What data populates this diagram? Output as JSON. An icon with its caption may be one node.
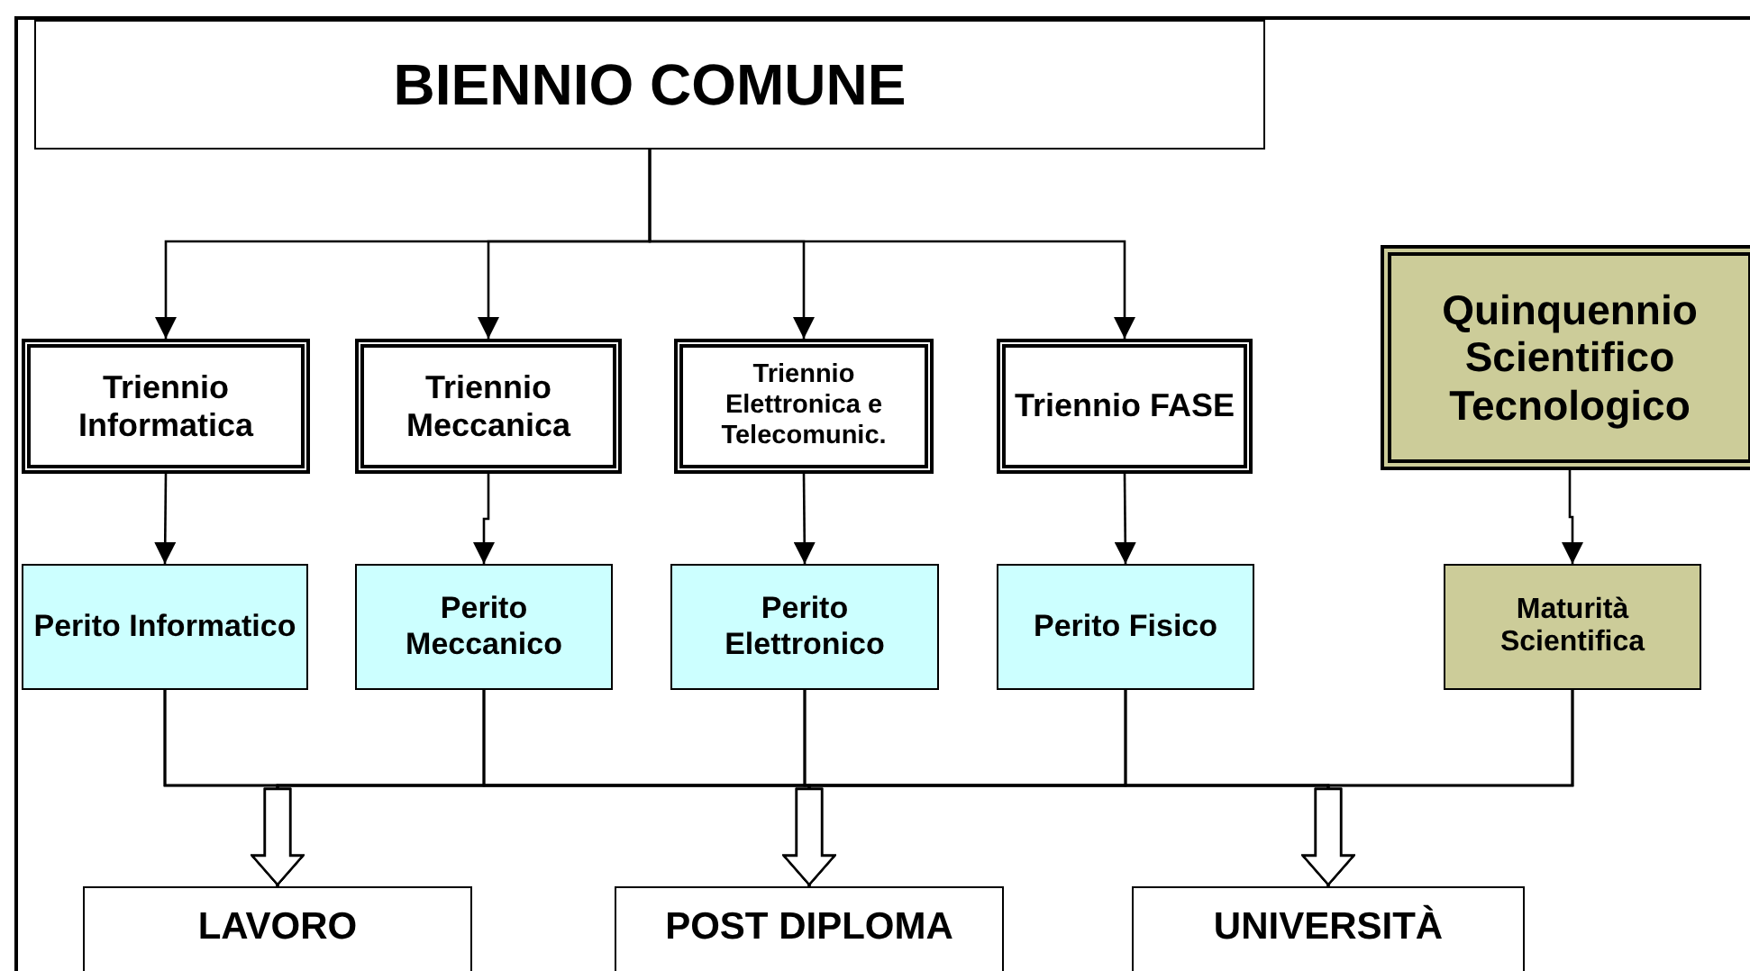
{
  "diagram": {
    "nodes": [
      {
        "text": [
          "BIENNIO COMUNE"
        ]
      },
      {
        "text": [
          "Triennio Informatica"
        ]
      },
      {
        "text": [
          "Triennio Meccanica"
        ]
      },
      {
        "text": [
          "Triennio Elettronica e Telecomunic."
        ]
      },
      {
        "text": [
          "Triennio FASE"
        ]
      },
      {
        "text": [
          "Quinquennio Scientifico Tecnologico"
        ]
      },
      {
        "text": [
          "Perito Informatico"
        ]
      },
      {
        "text": [
          "Perito Meccanico"
        ]
      },
      {
        "text": [
          "Perito Elettronico"
        ]
      },
      {
        "text": [
          "Perito Fisico"
        ]
      },
      {
        "text": [
          "Maturità Scientifica"
        ]
      },
      {
        "text": [
          "LAVORO"
        ]
      },
      {
        "text": [
          "POST DIPLOMA"
        ]
      },
      {
        "text": [
          "UNIVERSITÀ"
        ]
      }
    ],
    "edges": [
      {
        "from": 0,
        "to": 1,
        "arrow": "to"
      },
      {
        "from": 0,
        "to": 2,
        "arrow": "to"
      },
      {
        "from": 0,
        "to": 3,
        "arrow": "to"
      },
      {
        "from": 0,
        "to": 4,
        "arrow": "to"
      },
      {
        "from": 1,
        "to": 6,
        "arrow": "to"
      },
      {
        "from": 2,
        "to": 7,
        "arrow": "to"
      },
      {
        "from": 3,
        "to": 8,
        "arrow": "to"
      },
      {
        "from": 4,
        "to": 9,
        "arrow": "to"
      },
      {
        "from": 5,
        "to": 10,
        "arrow": "to"
      },
      {
        "from": 6,
        "to": 11,
        "arrow": "to"
      },
      {
        "from": 7,
        "to": 11,
        "arrow": "to"
      },
      {
        "from": 8,
        "to": 11,
        "arrow": "to"
      },
      {
        "from": 9,
        "to": 11,
        "arrow": "to"
      },
      {
        "from": 10,
        "to": 11,
        "arrow": "to"
      },
      {
        "from": 6,
        "to": 12,
        "arrow": "to"
      },
      {
        "from": 7,
        "to": 12,
        "arrow": "to"
      },
      {
        "from": 8,
        "to": 12,
        "arrow": "to"
      },
      {
        "from": 9,
        "to": 12,
        "arrow": "to"
      },
      {
        "from": 10,
        "to": 12,
        "arrow": "to"
      },
      {
        "from": 6,
        "to": 13,
        "arrow": "to"
      },
      {
        "from": 7,
        "to": 13,
        "arrow": "to"
      },
      {
        "from": 8,
        "to": 13,
        "arrow": "to"
      },
      {
        "from": 9,
        "to": 13,
        "arrow": "to"
      },
      {
        "from": 10,
        "to": 13,
        "arrow": "to"
      }
    ]
  }
}
